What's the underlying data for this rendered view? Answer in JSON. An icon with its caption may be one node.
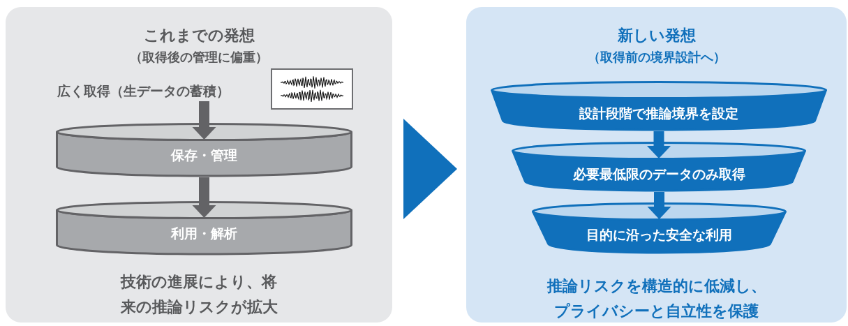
{
  "diagram": {
    "nodes": [
      {
        "text": [
          "これまでの発想",
          "（取得後の管理に偏重）",
          "技術の進展により、将来の推論リスクが拡大"
        ]
      },
      {
        "text": [
          "広く取得（生データの蓄積）"
        ],
        "in": 0
      },
      {
        "text": [
          "保存・管理"
        ],
        "in": 0
      },
      {
        "text": [
          "利用・解析"
        ],
        "in": 0
      },
      {
        "text": [
          "新しい発想",
          "（取得前の境界設計へ）",
          "推論リスクを構造的に低減し、プライバシーと自立性を保護"
        ]
      },
      {
        "text": [
          "設計段階で推論境界を設定"
        ],
        "in": 4
      },
      {
        "text": [
          "必要最低限のデータのみ取得"
        ],
        "in": 4
      },
      {
        "text": [
          "目的に沿った安全な利用"
        ],
        "in": 4
      }
    ],
    "edges": [
      {
        "from": 1,
        "to": 2,
        "arrow": "to",
        "color": "#636366"
      },
      {
        "from": 2,
        "to": 3,
        "arrow": "to",
        "color": "#636366"
      },
      {
        "from": 0,
        "to": 4,
        "arrow": "to",
        "style": "thick",
        "color": "#1070bb"
      },
      {
        "from": 5,
        "to": 6,
        "arrow": "to",
        "color": "#1070bb"
      },
      {
        "from": 6,
        "to": 7,
        "arrow": "to",
        "color": "#1070bb"
      }
    ]
  }
}
